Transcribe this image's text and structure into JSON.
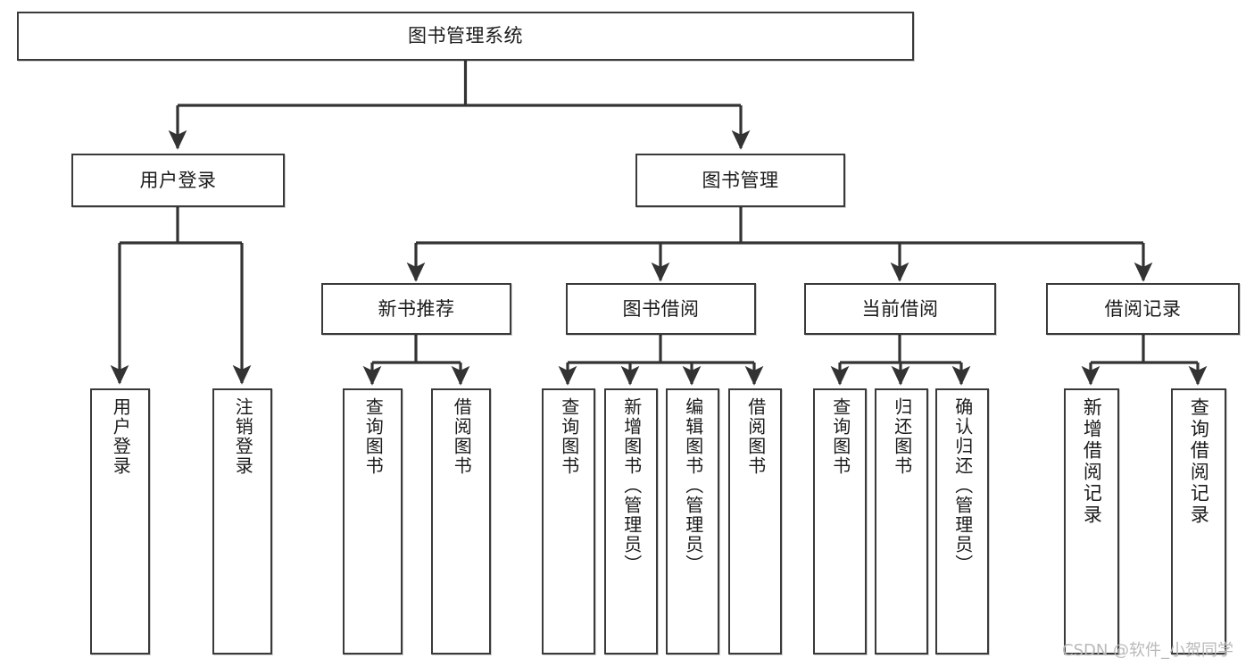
{
  "diagram": {
    "type": "tree",
    "title": "图书管理系统",
    "orientation": "top-down",
    "root": {
      "id": "root",
      "label": "图书管理系统"
    },
    "level2": [
      {
        "id": "user-login",
        "label": "用户登录"
      },
      {
        "id": "book-management",
        "label": "图书管理"
      }
    ],
    "level3": [
      {
        "id": "new-book-recommend",
        "label": "新书推荐",
        "parent": "book-management"
      },
      {
        "id": "book-borrow",
        "label": "图书借阅",
        "parent": "book-management"
      },
      {
        "id": "current-borrow",
        "label": "当前借阅",
        "parent": "book-management"
      },
      {
        "id": "borrow-record",
        "label": "借阅记录",
        "parent": "book-management"
      }
    ],
    "leaves": {
      "user-login": [
        {
          "id": "leaf-user-login",
          "label": "用户登录"
        },
        {
          "id": "leaf-logout",
          "label": "注销登录"
        }
      ],
      "new-book-recommend": [
        {
          "id": "leaf-query-book-1",
          "label": "查询图书"
        },
        {
          "id": "leaf-borrow-book-1",
          "label": "借阅图书"
        }
      ],
      "book-borrow": [
        {
          "id": "leaf-query-book-2",
          "label": "查询图书"
        },
        {
          "id": "leaf-add-book",
          "label": "新增图书（管理员）"
        },
        {
          "id": "leaf-edit-book",
          "label": "编辑图书（管理员）"
        },
        {
          "id": "leaf-borrow-book-2",
          "label": "借阅图书"
        }
      ],
      "current-borrow": [
        {
          "id": "leaf-query-book-3",
          "label": "查询图书"
        },
        {
          "id": "leaf-return-book",
          "label": "归还图书"
        },
        {
          "id": "leaf-confirm-return",
          "label": "确认归还（管理员）"
        }
      ],
      "borrow-record": [
        {
          "id": "leaf-add-record",
          "label": "新增借阅记录"
        },
        {
          "id": "leaf-query-record",
          "label": "查询借阅记录"
        }
      ]
    }
  },
  "watermark": {
    "text": "CSDN @软件_小贺同学"
  },
  "colors": {
    "box_border": "#3a3a3a",
    "box_fill": "#ffffff",
    "connector": "#333333",
    "text": "#1b1b1b",
    "watermark": "#b9b9b9",
    "background": "#ffffff"
  }
}
